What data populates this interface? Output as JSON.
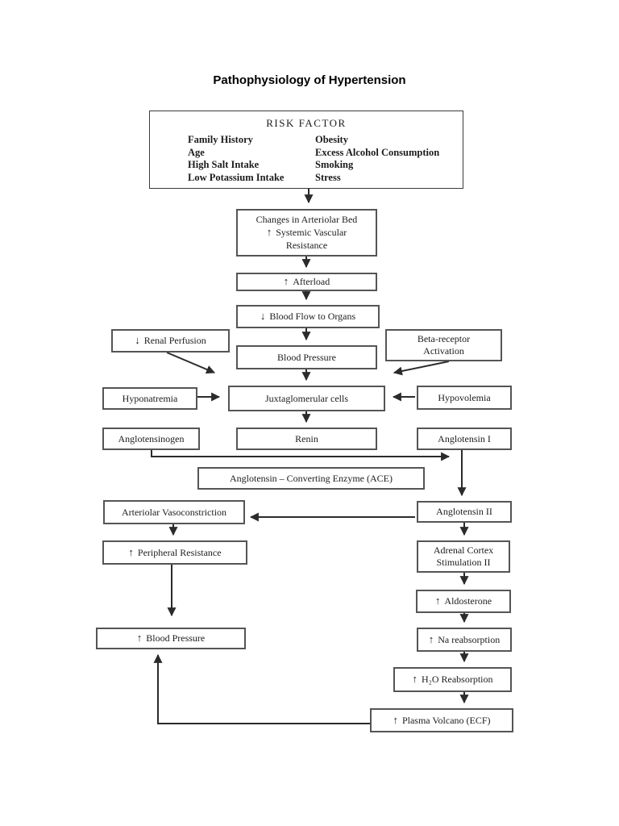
{
  "page": {
    "title": "Pathophysiology of Hypertension"
  },
  "risk_factor": {
    "header": "RISK FACTOR",
    "left_items": [
      "Family History",
      "Age",
      "High Salt Intake",
      "Low Potassium Intake"
    ],
    "right_items": [
      "Obesity",
      "Excess Alcohol Consumption",
      "Smoking",
      "Stress"
    ]
  },
  "nodes": {
    "changes": {
      "line1": "Changes in Arteriolar Bed",
      "arrow": "↑",
      "line2": "Systemic Vascular",
      "line3": "Resistance"
    },
    "afterload": {
      "arrow": "↑",
      "text": "Afterload"
    },
    "blood_flow": {
      "arrow": "↓",
      "text": "Blood Flow to Organs"
    },
    "renal_perfusion": {
      "arrow": "↓",
      "text": "Renal Perfusion"
    },
    "blood_pressure_mid": {
      "text": "Blood Pressure"
    },
    "beta_receptor": {
      "line1": "Beta-receptor",
      "line2": "Activation"
    },
    "hyponatremia": {
      "text": "Hyponatremia"
    },
    "juxtaglomerular": {
      "text": "Juxtaglomerular cells"
    },
    "hypovolemia": {
      "text": "Hypovolemia"
    },
    "angiotensinogen": {
      "text": "Anglotensinogen"
    },
    "renin": {
      "text": "Renin"
    },
    "angiotensin_i": {
      "text": "Anglotensin I"
    },
    "ace": {
      "text": "Anglotensin – Converting Enzyme (ACE)"
    },
    "arteriolar_vasoconstriction": {
      "text": "Arteriolar Vasoconstriction"
    },
    "angiotensin_ii": {
      "text": "Anglotensin II"
    },
    "peripheral_resistance": {
      "arrow": "↑",
      "text": "Peripheral Resistance"
    },
    "adrenal_cortex": {
      "line1": "Adrenal Cortex",
      "line2": "Stimulation II"
    },
    "aldosterone": {
      "arrow": "↑",
      "text": "Aldosterone"
    },
    "na_reabsorption": {
      "arrow": "↑",
      "text": "Na reabsorption"
    },
    "h2o_reabsorption": {
      "arrow": "↑",
      "text": "H₂O Reabsorption"
    },
    "plasma_volume": {
      "arrow": "↑",
      "text": "Plasma Volcano (ECF)"
    },
    "blood_pressure_final": {
      "arrow": "↑",
      "text": "Blood Pressure"
    }
  },
  "colors": {
    "connector": "#2b2b2b",
    "node_border": "#555555",
    "risk_border": "#3a3a3a",
    "text": "#1c1c1c"
  }
}
